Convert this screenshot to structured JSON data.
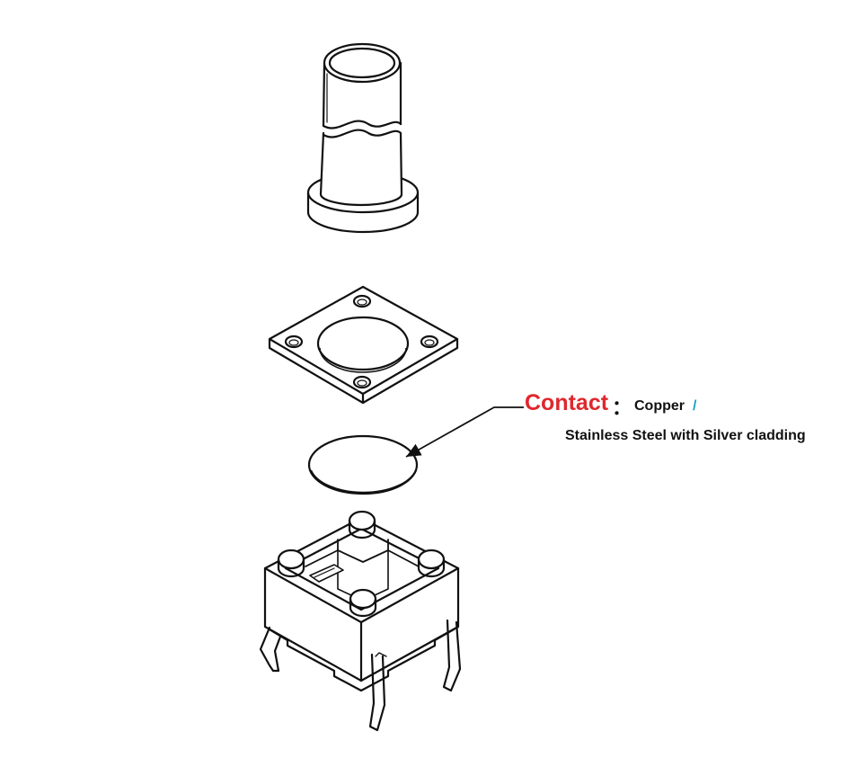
{
  "callout": {
    "title": "Contact",
    "colon": "：",
    "material_primary": "Copper",
    "separator": "/",
    "material_secondary": "Stainless Steel with Silver cladding"
  },
  "colors": {
    "title": "#e0272d",
    "separator": "#1aa3c8",
    "line_art": "#111111"
  }
}
